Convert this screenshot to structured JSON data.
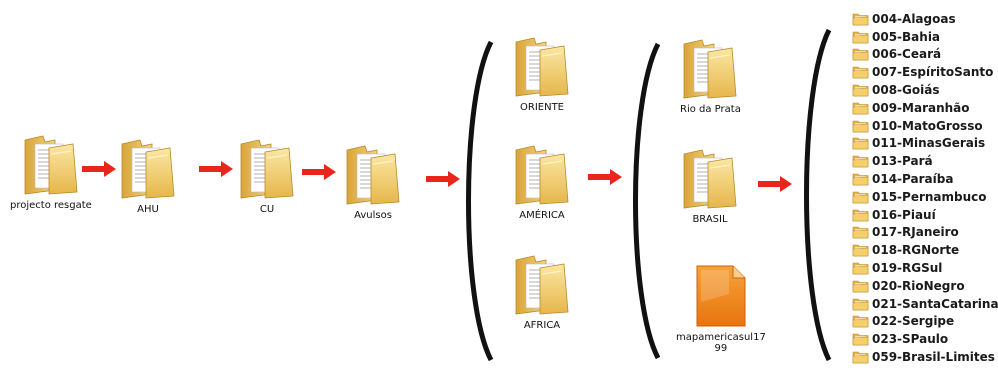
{
  "colors": {
    "arrow": "#e8261c",
    "folder": "#f2cd6a",
    "file": "#f5921e"
  },
  "icons": {
    "folder": "folder-icon",
    "file": "document-icon",
    "arrow": "arrow-right-icon",
    "brace": "parenthesis-bracket"
  },
  "level1": [
    {
      "label": "projecto resgate"
    },
    {
      "label": "AHU"
    },
    {
      "label": "CU"
    },
    {
      "label": "Avulsos"
    }
  ],
  "level2": [
    {
      "label": "ORIENTE"
    },
    {
      "label": "AMÉRICA"
    },
    {
      "label": "AFRICA"
    }
  ],
  "level3": [
    {
      "label": "Rio da Prata"
    },
    {
      "label": "BRASIL"
    }
  ],
  "file": {
    "label_line1": "mapamericasul17",
    "label_line2": "99"
  },
  "brasil_folders": [
    "004-Alagoas",
    "005-Bahia",
    "006-Ceará",
    "007-EspíritoSanto",
    "008-Goiás",
    "009-Maranhão",
    "010-MatoGrosso",
    "011-MinasGerais",
    "013-Pará",
    "014-Paraíba",
    "015-Pernambuco",
    "016-Piauí",
    "017-RJaneiro",
    "018-RGNorte",
    "019-RGSul",
    "020-RioNegro",
    "021-SantaCatarina",
    "022-Sergipe",
    "023-SPaulo",
    "059-Brasil-Limites"
  ]
}
